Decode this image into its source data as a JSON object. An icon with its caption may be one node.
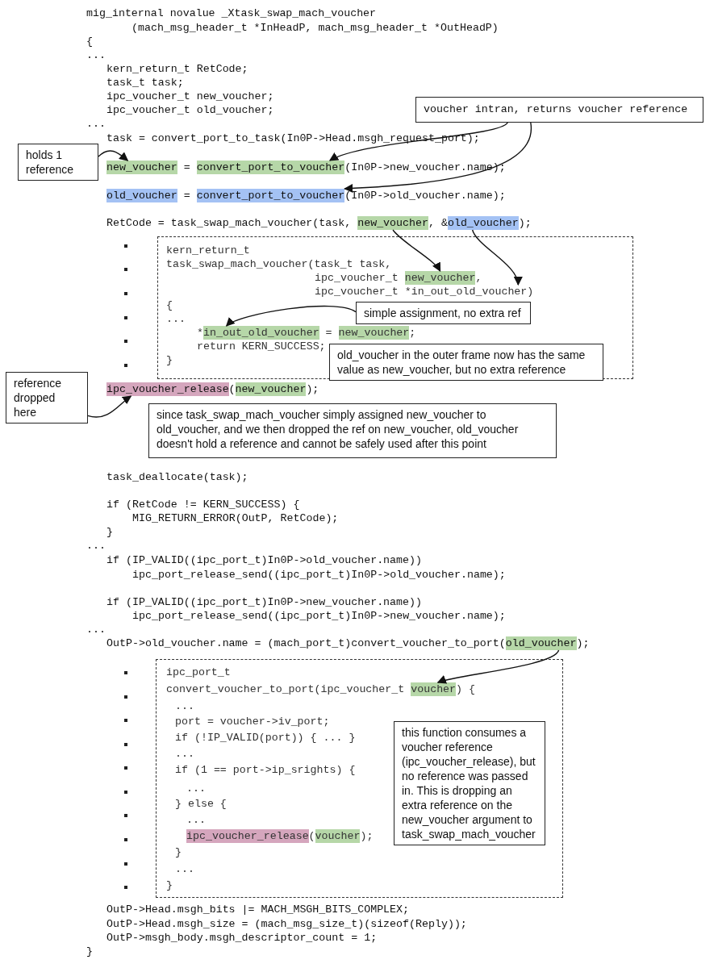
{
  "diagram": {
    "nodes": [
      {
        "text": [
          "voucher intran, returns voucher reference"
        ]
      },
      {
        "text": [
          "holds 1 reference"
        ]
      },
      {
        "text": [
          "new_voucher"
        ]
      },
      {
        "text": [
          "convert_port_to_voucher"
        ]
      },
      {
        "text": [
          "old_voucher"
        ]
      },
      {
        "text": [
          "convert_port_to_voucher"
        ]
      },
      {
        "text": [
          "new_voucher"
        ]
      },
      {
        "text": [
          "old_voucher"
        ]
      },
      {
        "text": [
          "kern_return_t",
          "task_swap_mach_voucher(task_t task,",
          "ipc_voucher_t",
          ",",
          "{",
          "...",
          "*",
          "=",
          ";",
          "return KERN_SUCCESS;",
          "}"
        ]
      },
      {
        "text": [
          "new_voucher"
        ],
        "in": 8
      },
      {
        "text": [
          "ipc_voucher_t *in_out_old_voucher)"
        ],
        "in": 8
      },
      {
        "text": [
          "simple assignment, no extra ref"
        ],
        "in": 8
      },
      {
        "text": [
          "in_out_old_voucher"
        ],
        "in": 8
      },
      {
        "text": [
          "new_voucher"
        ],
        "in": 8
      },
      {
        "text": [
          "old_voucher in the outer frame now has the same value as new_voucher, but no extra reference"
        ],
        "in": 8
      },
      {
        "text": [
          "reference dropped here"
        ]
      },
      {
        "text": [
          "ipc_voucher_release"
        ]
      },
      {
        "text": [
          "new_voucher"
        ]
      },
      {
        "text": [
          "since task_swap_mach_voucher simply assigned new_voucher to old_voucher, and we then dropped the ref on new_voucher, old_voucher doesn't hold a reference and cannot be safely used after this point"
        ]
      },
      {
        "text": [
          "old_voucher"
        ]
      },
      {
        "text": [
          "ipc_port_t",
          "convert_voucher_to_port(ipc_voucher_t",
          ") {",
          "...",
          "port = voucher->iv_port;",
          "if (!IP_VALID(port)) { ... }",
          "...",
          "if (1 == port->ip_srights) {",
          "...",
          "} else {",
          "...",
          "(",
          ");",
          "}",
          "...",
          "}"
        ]
      },
      {
        "text": [
          "voucher"
        ],
        "in": 20
      },
      {
        "text": [
          "this function consumes a voucher reference (ipc_voucher_release), but no reference was passed in. This is dropping an extra reference on the new_voucher argument to task_swap_mach_voucher"
        ],
        "in": 20
      },
      {
        "text": [
          "ipc_voucher_release"
        ],
        "in": 20
      },
      {
        "text": [
          "voucher"
        ],
        "in": 20
      }
    ],
    "edges": [
      {
        "from": 0,
        "to": 3,
        "arrow": "to"
      },
      {
        "from": 0,
        "to": 5,
        "arrow": "to"
      },
      {
        "from": 1,
        "to": 2,
        "arrow": "to"
      },
      {
        "from": 6,
        "to": 9,
        "arrow": "to"
      },
      {
        "from": 7,
        "to": 10,
        "arrow": "to"
      },
      {
        "from": 11,
        "to": 12,
        "arrow": "to"
      },
      {
        "from": 15,
        "to": 16,
        "arrow": "to"
      },
      {
        "from": 19,
        "to": 21,
        "arrow": "to"
      }
    ],
    "labels": [
      "mig_internal novalue _Xtask_swap_mach_voucher",
      "(mach_msg_header_t *InHeadP, mach_msg_header_t *OutHeadP)",
      "{",
      "...",
      "kern_return_t RetCode;",
      "task_t task;",
      "ipc_voucher_t new_voucher;",
      "ipc_voucher_t old_voucher;",
      "...",
      "task = convert_port_to_task(In0P->Head.msgh_request_port);",
      "=",
      "(In0P->new_voucher.name);",
      "=",
      "(In0P->old_voucher.name);",
      "RetCode = task_swap_mach_voucher(task,",
      ", &",
      ");",
      "(",
      ");",
      "task_deallocate(task);",
      "if (RetCode != KERN_SUCCESS) {",
      "MIG_RETURN_ERROR(OutP, RetCode);",
      "}",
      "...",
      "if (IP_VALID((ipc_port_t)In0P->old_voucher.name))",
      "ipc_port_release_send((ipc_port_t)In0P->old_voucher.name);",
      "if (IP_VALID((ipc_port_t)In0P->new_voucher.name))",
      "ipc_port_release_send((ipc_port_t)In0P->new_voucher.name);",
      "...",
      "OutP->old_voucher.name = (mach_port_t)convert_voucher_to_port(",
      ");",
      "OutP->Head.msgh_bits |= MACH_MSGH_BITS_COMPLEX;",
      "OutP->Head.msgh_size = (mach_msg_size_t)(sizeof(Reply));",
      "OutP->msgh_body.msgh_descriptor_count = 1;",
      "}"
    ]
  }
}
